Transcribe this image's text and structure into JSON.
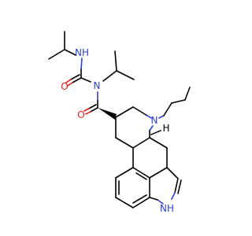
{
  "structure": {
    "labels": {
      "nh_urea": "NH",
      "n_urea": "N",
      "o_urea": "O",
      "o_amide": "O",
      "n_ring": "N",
      "h_stereo": "H",
      "nh_indole": "NH"
    },
    "colors": {
      "nitrogen": "#2d3fd6",
      "oxygen": "#e0211d",
      "carbon": "#000000",
      "background": "#ffffff"
    }
  }
}
